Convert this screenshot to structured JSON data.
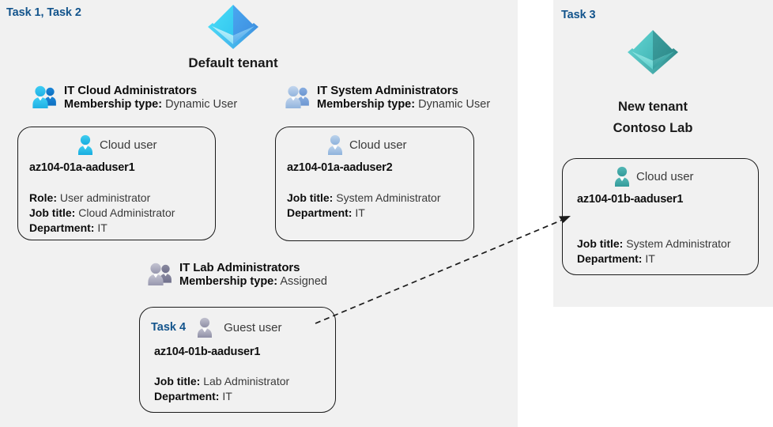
{
  "panels": {
    "left": {
      "task_label": "Task 1, Task 2"
    },
    "right": {
      "task_label": "Task 3"
    }
  },
  "tenants": {
    "default": {
      "icon": "azure-ad-tenant-icon",
      "title": "Default tenant",
      "color": "#37c4f0"
    },
    "new": {
      "icon": "azure-ad-tenant-icon",
      "title_line1": "New  tenant",
      "title_line2": "Contoso Lab",
      "color": "#4fc3c3"
    }
  },
  "groups": [
    {
      "id": "it-cloud-administrators",
      "name": "IT Cloud Administrators",
      "membership_key": "Membership type:",
      "membership_value": "Dynamic User",
      "icon": "group-users-icon",
      "icon_color": "#1fb3e8"
    },
    {
      "id": "it-system-administrators",
      "name": "IT System Administrators",
      "membership_key": "Membership type:",
      "membership_value": "Dynamic User",
      "icon": "group-users-icon",
      "icon_color": "#8fb4dc"
    },
    {
      "id": "it-lab-administrators",
      "name": "IT Lab Administrators",
      "membership_key": "Membership type:",
      "membership_value": "Assigned",
      "icon": "group-users-icon",
      "icon_color": "#8f8fa8"
    }
  ],
  "cards": [
    {
      "id": "az104-01a-aaduser1",
      "user_type": "Cloud user",
      "icon": "cloud-user-icon",
      "icon_color": "#29b6e8",
      "username": "az104-01a-aaduser1",
      "task": null,
      "attrs": [
        {
          "key": "Role:",
          "value": "User administrator"
        },
        {
          "key": "Job title:",
          "value": "Cloud Administrator"
        },
        {
          "key": "Department:",
          "value": "IT"
        }
      ]
    },
    {
      "id": "az104-01a-aaduser2",
      "user_type": "Cloud user",
      "icon": "cloud-user-icon",
      "icon_color": "#9dbbdd",
      "username": "az104-01a-aaduser2",
      "task": null,
      "attrs": [
        {
          "key": "Job title:",
          "value": "System Administrator"
        },
        {
          "key": "Department:",
          "value": "IT"
        }
      ]
    },
    {
      "id": "az104-01b-aaduser1-guest",
      "user_type": "Guest user",
      "icon": "guest-user-icon",
      "icon_color": "#9a9aad",
      "username": "az104-01b-aaduser1",
      "task": "Task 4",
      "attrs": [
        {
          "key": "Job title:",
          "value": "Lab Administrator"
        },
        {
          "key": "Department:",
          "value": "IT"
        }
      ]
    },
    {
      "id": "az104-01b-aaduser1-cloud",
      "user_type": "Cloud user",
      "icon": "cloud-user-icon",
      "icon_color": "#3fa6a6",
      "username": "az104-01b-aaduser1",
      "task": null,
      "attrs": [
        {
          "key": "Job title:",
          "value": "System Administrator"
        },
        {
          "key": "Department:",
          "value": "IT"
        }
      ]
    }
  ],
  "connector": {
    "id": "guest-to-cloud-arrow",
    "style": "dashed",
    "from": "az104-01b-aaduser1-guest",
    "to": "az104-01b-aaduser1-cloud"
  },
  "colors": {
    "panel_bg": "#f1f1f1",
    "page_bg": "#ffffff",
    "task_blue": "#13548c",
    "text_dark": "#101010",
    "text_value": "#3a3a3a",
    "card_border": "#1b1b1b"
  }
}
